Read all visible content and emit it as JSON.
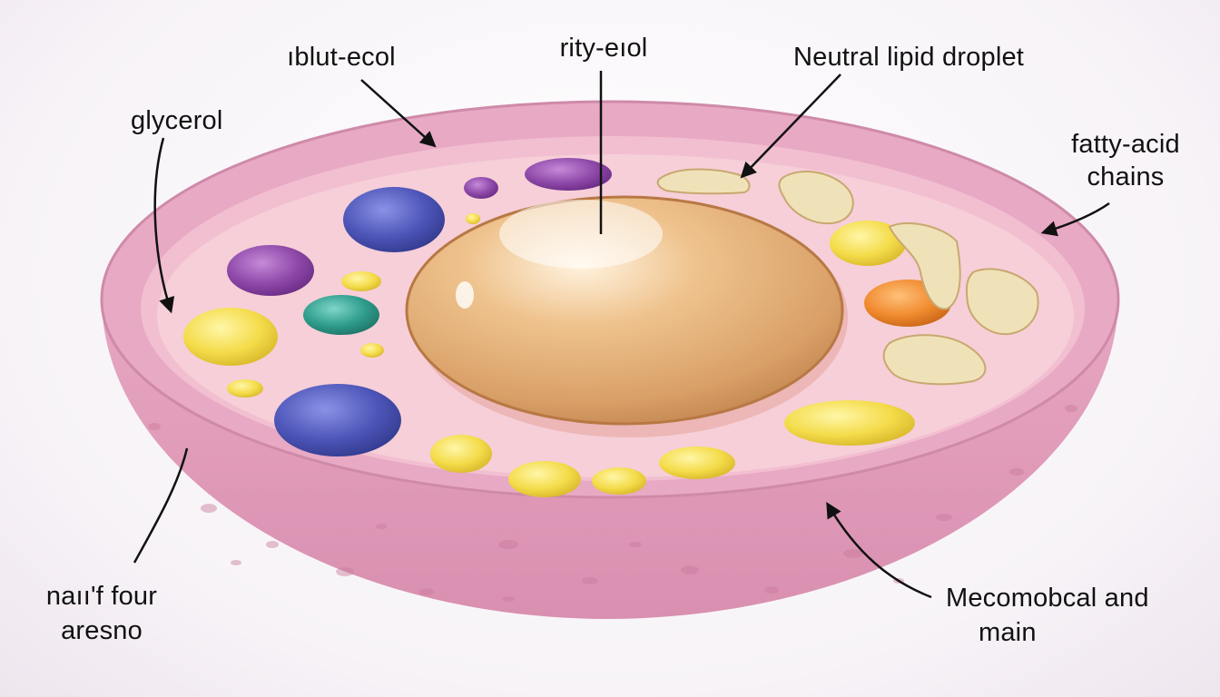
{
  "diagram": {
    "labels": {
      "top_left": "ıblut-ecol",
      "top_center": "rity-eıol",
      "top_right": "Neutral lipid droplet",
      "left": "glycerol",
      "right_line1": "fatty-acid",
      "right_line2": "chains",
      "bottom_left_line1": "naıı'f four",
      "bottom_left_line2": "aresno",
      "bottom_right_line1": "Mecomobcal and",
      "bottom_right_line2": "main"
    },
    "colors": {
      "membrane": "#e8a9c4",
      "cytoplasm": "#f6cfd8",
      "lipid_droplet": "#d9a068",
      "yellow_vesicle": "#f4dc4a",
      "blue_vesicle": "#4d55b8",
      "purple_vesicle": "#8e48a8",
      "teal_vesicle": "#2e9c8c",
      "orange_vesicle": "#f08a2e",
      "fiber": "#f0e2b8"
    }
  }
}
